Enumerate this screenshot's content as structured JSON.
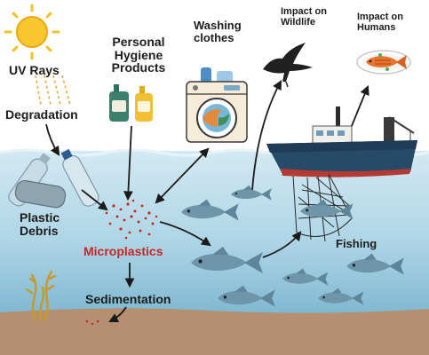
{
  "labels": {
    "uv_rays": "UV Rays",
    "degradation": "Degradation",
    "personal_hygiene": [
      "Personal",
      "Hygiene",
      "Products"
    ],
    "washing_clothes": [
      "Washing",
      "clothes"
    ],
    "impact_wildlife": [
      "Impact on",
      "Wildlife"
    ],
    "impact_humans": [
      "Impact on",
      "Humans"
    ],
    "plastic_debris": [
      "Plastic",
      "Debris"
    ],
    "microplastics": "Microplastics",
    "sedimentation": "Sedimentation",
    "fishing": "Fishing"
  },
  "colors": {
    "water_top": "#cfe7f2",
    "water_bottom": "#8cc3da",
    "seabed": "#b48f72",
    "microplastics_text": "#c62828",
    "sun": "#f6c026",
    "boat_hull": "#274a67",
    "fish": "#6f96a8"
  },
  "icons": [
    "sun-icon",
    "hygiene-bottles-icon",
    "washing-machine-icon",
    "bird-icon",
    "fish-plate-icon",
    "plastic-bottles-icon",
    "microplastic-particles-icon",
    "fishing-boat-icon",
    "fishing-net-icon",
    "seaweed-icon",
    "fish-icon"
  ]
}
